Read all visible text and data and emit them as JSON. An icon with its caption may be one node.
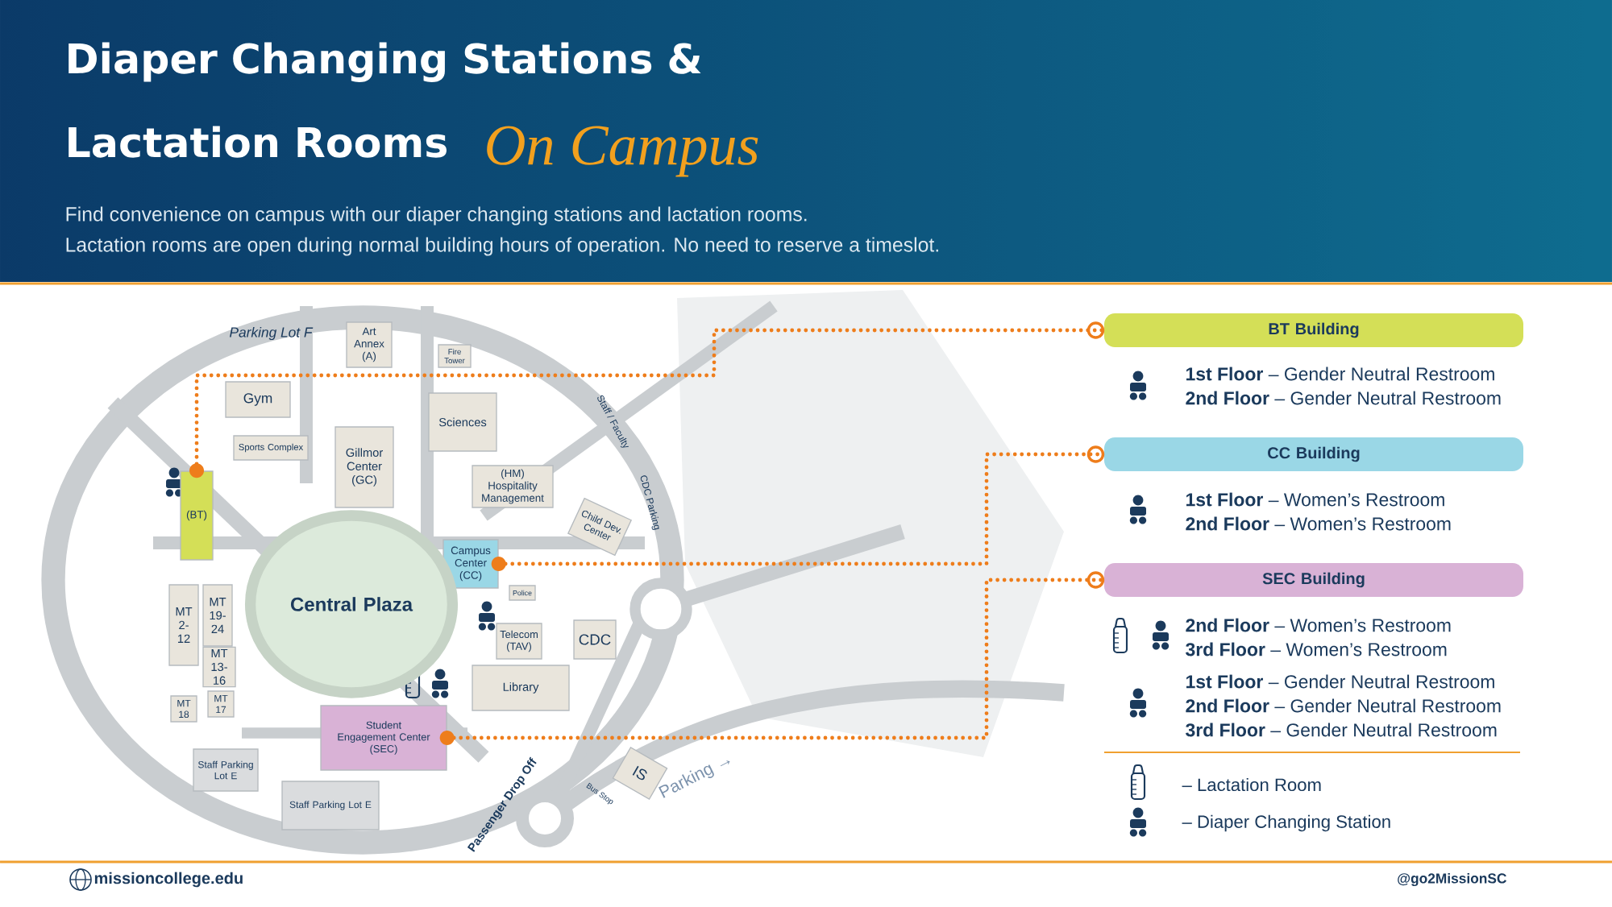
{
  "diagram": {
    "title": "Diaper Changing Stations & Lactation Rooms",
    "nodes": [
      {
        "text": [
          "Gym"
        ]
      },
      {
        "text": [
          "Sports Complex"
        ]
      },
      {
        "text": [
          "Art Annex (A)"
        ]
      },
      {
        "text": [
          "Fire Tower"
        ]
      },
      {
        "text": [
          "Sciences"
        ]
      },
      {
        "text": [
          "Gillmor Center (GC)"
        ]
      },
      {
        "text": [
          "(HM) Hospitality Management"
        ]
      },
      {
        "text": [
          "(BT)"
        ]
      },
      {
        "text": [
          "Campus Center (CC)"
        ]
      },
      {
        "text": [
          "Police"
        ]
      },
      {
        "text": [
          "Child Dev. Center"
        ]
      },
      {
        "text": [
          "Central Plaza"
        ]
      },
      {
        "text": [
          "MT 2-12"
        ]
      },
      {
        "text": [
          "MT 19-24"
        ]
      },
      {
        "text": [
          "MT 13-16"
        ]
      },
      {
        "text": [
          "MT 18"
        ]
      },
      {
        "text": [
          "MT 17"
        ]
      },
      {
        "text": [
          "Telecom (TAV)"
        ]
      },
      {
        "text": [
          "CDC"
        ]
      },
      {
        "text": [
          "Library"
        ]
      },
      {
        "text": [
          "Student Engagement Center",
          "(SEC)"
        ]
      },
      {
        "text": [
          "Staff Parking Lot E"
        ]
      },
      {
        "text": [
          "Staff Parking Lot E"
        ]
      },
      {
        "text": [
          "IS"
        ]
      },
      {
        "text": [
          "BT Building"
        ]
      },
      {
        "text": [
          "CC Building"
        ]
      },
      {
        "text": [
          "SEC Building"
        ]
      }
    ],
    "edges": [
      {
        "from": 7,
        "to": 24,
        "arrow": "other"
      },
      {
        "from": 8,
        "to": 25,
        "arrow": "other"
      },
      {
        "from": 20,
        "to": 26,
        "arrow": "other"
      }
    ],
    "labels": [
      "On Campus",
      "Find convenience on campus with our diaper changing stations and lactation rooms.",
      "Lactation rooms are open during normal building hours of operation. No need to reserve a timeslot.",
      "Parking Lot F",
      "Staff / Faculty",
      "CDC Parking",
      "Passenger Drop Off",
      "Bus Stop",
      "Parking →",
      "**1st Floor** – Gender Neutral Restroom",
      "**2nd Floor** – Gender Neutral Restroom",
      "**1st Floor** – Women’s Restroom",
      "**2nd Floor** – Women’s Restroom",
      "**2nd Floor** – Women’s Restroom",
      "**3rd Floor** – Women’s Restroom",
      "**1st Floor** – Gender Neutral Restroom",
      "**2nd Floor** – Gender Neutral Restroom",
      "**3rd Floor** – Gender Neutral Restroom",
      "missioncollege.edu",
      "@go2MissionSC"
    ],
    "legend": [
      {
        "text": "– Lactation Room"
      },
      {
        "text": "– Diaper Changing Station"
      }
    ]
  }
}
